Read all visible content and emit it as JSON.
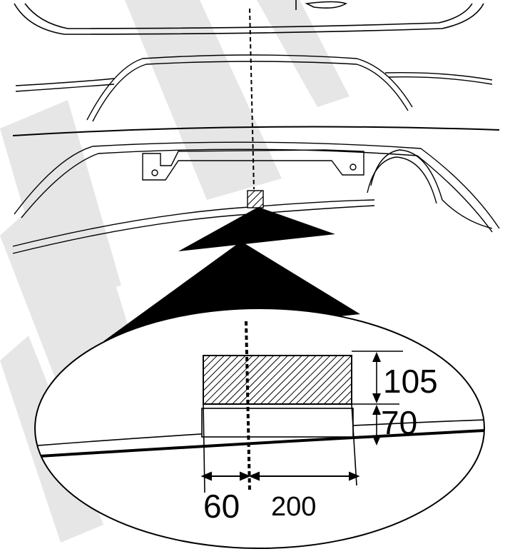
{
  "dimensions": {
    "height_upper": "105",
    "height_lower": "70",
    "width_left": "60",
    "width_right": "200"
  },
  "colors": {
    "line": "#000000",
    "watermark": "#e6e6e6",
    "background": "#ffffff"
  }
}
